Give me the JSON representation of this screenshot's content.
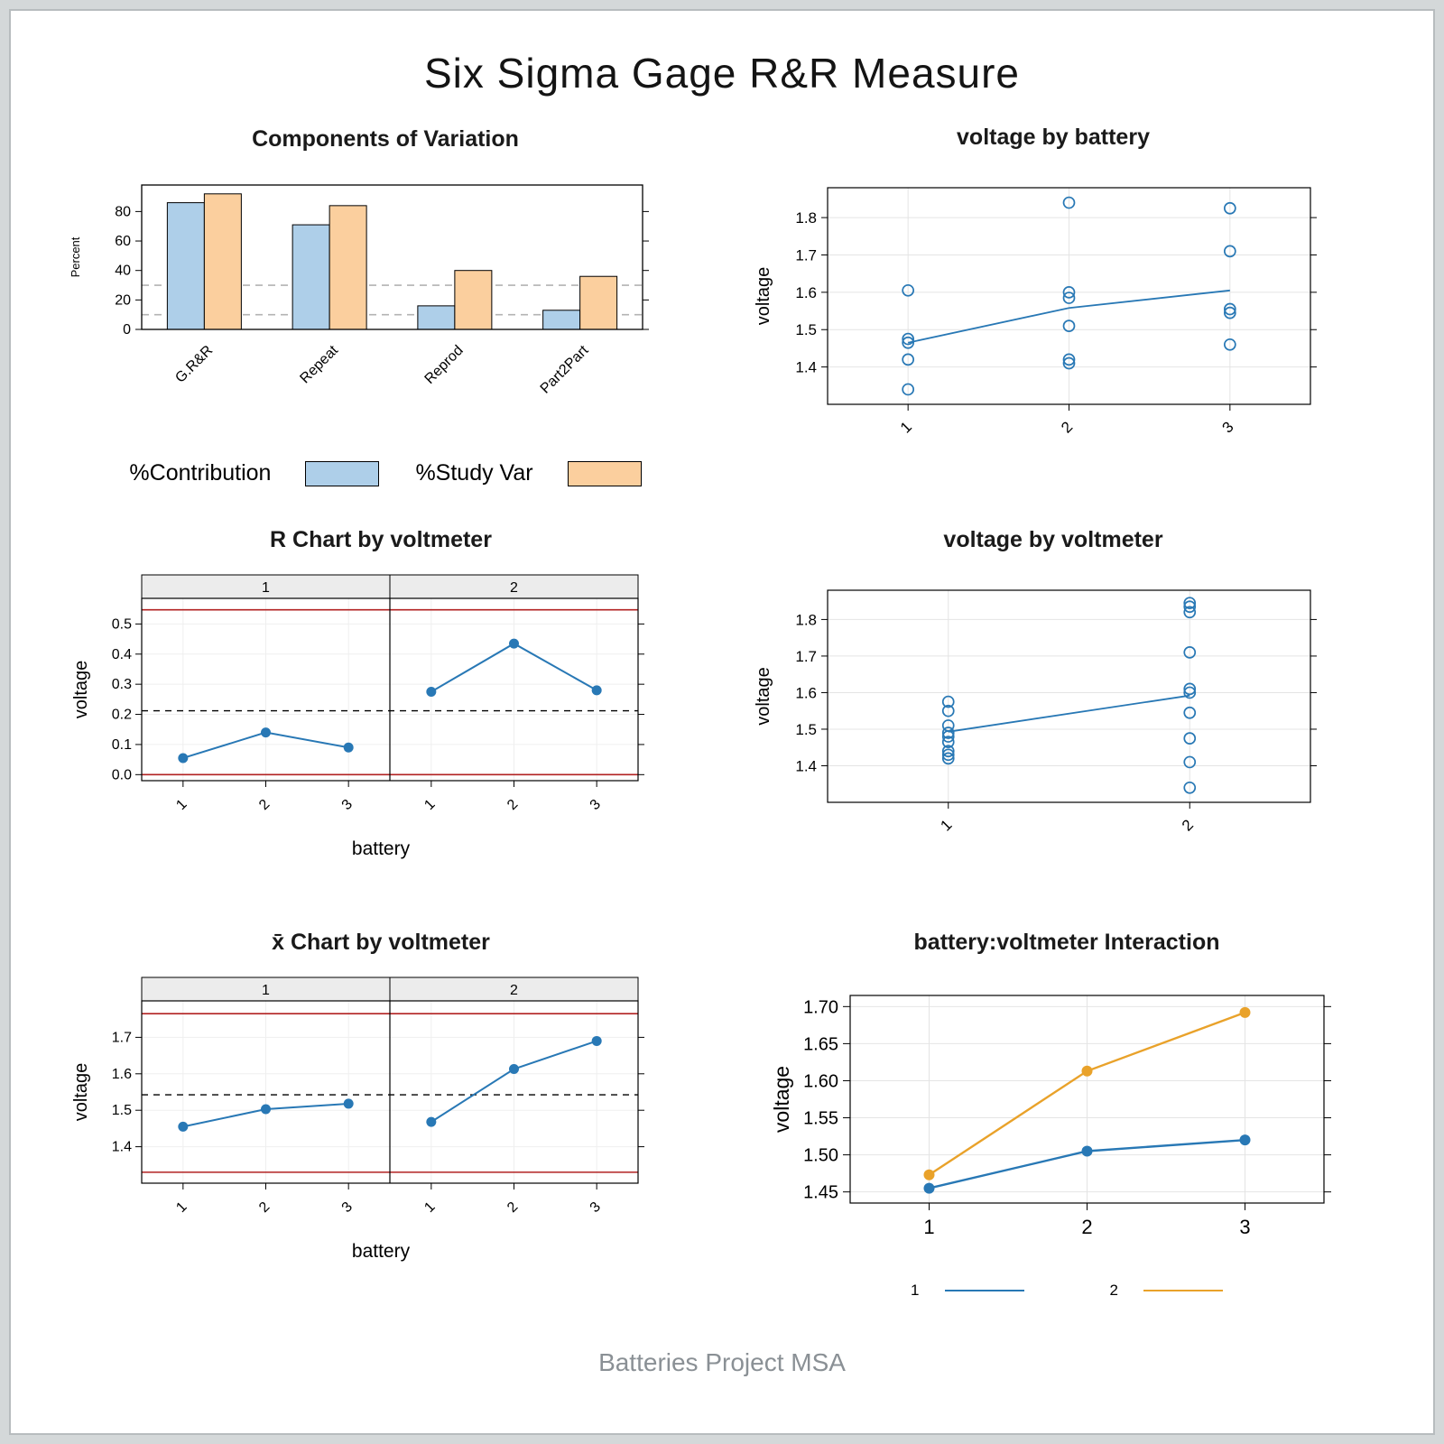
{
  "page": {
    "title": "Six Sigma Gage R&R Measure",
    "footer": "Batteries Project MSA"
  },
  "colors": {
    "contribution_fill": "#aecfe9",
    "study_var_fill": "#fbcf9e",
    "line_blue": "#2878b5",
    "line_orange": "#e9a22a",
    "control_red": "#b22222",
    "grid": "#e4e4e4",
    "ref_dash": "#b3b3b3",
    "strip_fill": "#ececec"
  },
  "chart_data": [
    {
      "id": "components_of_variation",
      "type": "bar",
      "title": "Components of Variation",
      "ylabel": "Percent",
      "categories": [
        "G.R&R",
        "Repeat",
        "Reprod",
        "Part2Part"
      ],
      "series": [
        {
          "name": "%Contribution",
          "values": [
            86,
            71,
            16,
            13
          ]
        },
        {
          "name": "%Study Var",
          "values": [
            92,
            84,
            40,
            36
          ]
        }
      ],
      "yticks": [
        0,
        20,
        40,
        60,
        80
      ],
      "ytick_labels": [
        "0",
        "20",
        "40",
        "60",
        "80"
      ],
      "ylim": [
        0,
        98
      ],
      "reference_lines": [
        10,
        30
      ],
      "legend_position": "bottom"
    },
    {
      "id": "voltage_by_battery",
      "type": "scatter",
      "title": "voltage by battery",
      "ylabel": "voltage",
      "categories": [
        "1",
        "2",
        "3"
      ],
      "points": [
        [
          1.605,
          1.475,
          1.465,
          1.42,
          1.34
        ],
        [
          1.84,
          1.6,
          1.585,
          1.51,
          1.42,
          1.41
        ],
        [
          1.825,
          1.71,
          1.555,
          1.545,
          1.46
        ]
      ],
      "means": [
        1.465,
        1.558,
        1.605
      ],
      "yticks": [
        1.4,
        1.5,
        1.6,
        1.7,
        1.8
      ],
      "ytick_labels": [
        "1.4",
        "1.5",
        "1.6",
        "1.7",
        "1.8"
      ],
      "ylim": [
        1.3,
        1.88
      ]
    },
    {
      "id": "r_chart_by_voltmeter",
      "type": "control",
      "title": "R Chart by voltmeter",
      "xlabel": "battery",
      "ylabel": "voltage",
      "panels": [
        "1",
        "2"
      ],
      "categories": [
        "1",
        "2",
        "3"
      ],
      "series": [
        [
          0.055,
          0.14,
          0.09
        ],
        [
          0.275,
          0.435,
          0.28
        ]
      ],
      "center": 0.212,
      "ucl": 0.547,
      "lcl": 0.0,
      "yticks": [
        0.0,
        0.1,
        0.2,
        0.3,
        0.4,
        0.5
      ],
      "ytick_labels": [
        "0.0",
        "0.1",
        "0.2",
        "0.3",
        "0.4",
        "0.5"
      ],
      "ylim": [
        -0.02,
        0.585
      ]
    },
    {
      "id": "voltage_by_voltmeter",
      "type": "scatter",
      "title": "voltage by voltmeter",
      "ylabel": "voltage",
      "categories": [
        "1",
        "2"
      ],
      "points": [
        [
          1.575,
          1.55,
          1.51,
          1.49,
          1.48,
          1.465,
          1.44,
          1.43,
          1.42
        ],
        [
          1.845,
          1.835,
          1.82,
          1.71,
          1.61,
          1.6,
          1.545,
          1.475,
          1.41,
          1.34
        ]
      ],
      "means": [
        1.493,
        1.592
      ],
      "yticks": [
        1.4,
        1.5,
        1.6,
        1.7,
        1.8
      ],
      "ytick_labels": [
        "1.4",
        "1.5",
        "1.6",
        "1.7",
        "1.8"
      ],
      "ylim": [
        1.3,
        1.88
      ]
    },
    {
      "id": "xbar_chart_by_voltmeter",
      "type": "control",
      "title": "x̄ Chart by voltmeter",
      "xlabel": "battery",
      "ylabel": "voltage",
      "panels": [
        "1",
        "2"
      ],
      "categories": [
        "1",
        "2",
        "3"
      ],
      "series": [
        [
          1.455,
          1.503,
          1.518
        ],
        [
          1.468,
          1.613,
          1.69
        ]
      ],
      "center": 1.5425,
      "ucl": 1.765,
      "lcl": 1.33,
      "yticks": [
        1.4,
        1.5,
        1.6,
        1.7
      ],
      "ytick_labels": [
        "1.4",
        "1.5",
        "1.6",
        "1.7"
      ],
      "ylim": [
        1.3,
        1.8
      ]
    },
    {
      "id": "battery_voltmeter_interaction",
      "type": "line",
      "title": "battery:voltmeter Interaction",
      "ylabel": "voltage",
      "categories": [
        "1",
        "2",
        "3"
      ],
      "series": [
        {
          "name": "1",
          "values": [
            1.455,
            1.505,
            1.52
          ]
        },
        {
          "name": "2",
          "values": [
            1.473,
            1.613,
            1.692
          ]
        }
      ],
      "yticks": [
        1.45,
        1.5,
        1.55,
        1.6,
        1.65,
        1.7
      ],
      "ytick_labels": [
        "1.45",
        "1.50",
        "1.55",
        "1.60",
        "1.65",
        "1.70"
      ],
      "ylim": [
        1.435,
        1.715
      ],
      "legend_position": "bottom"
    }
  ]
}
